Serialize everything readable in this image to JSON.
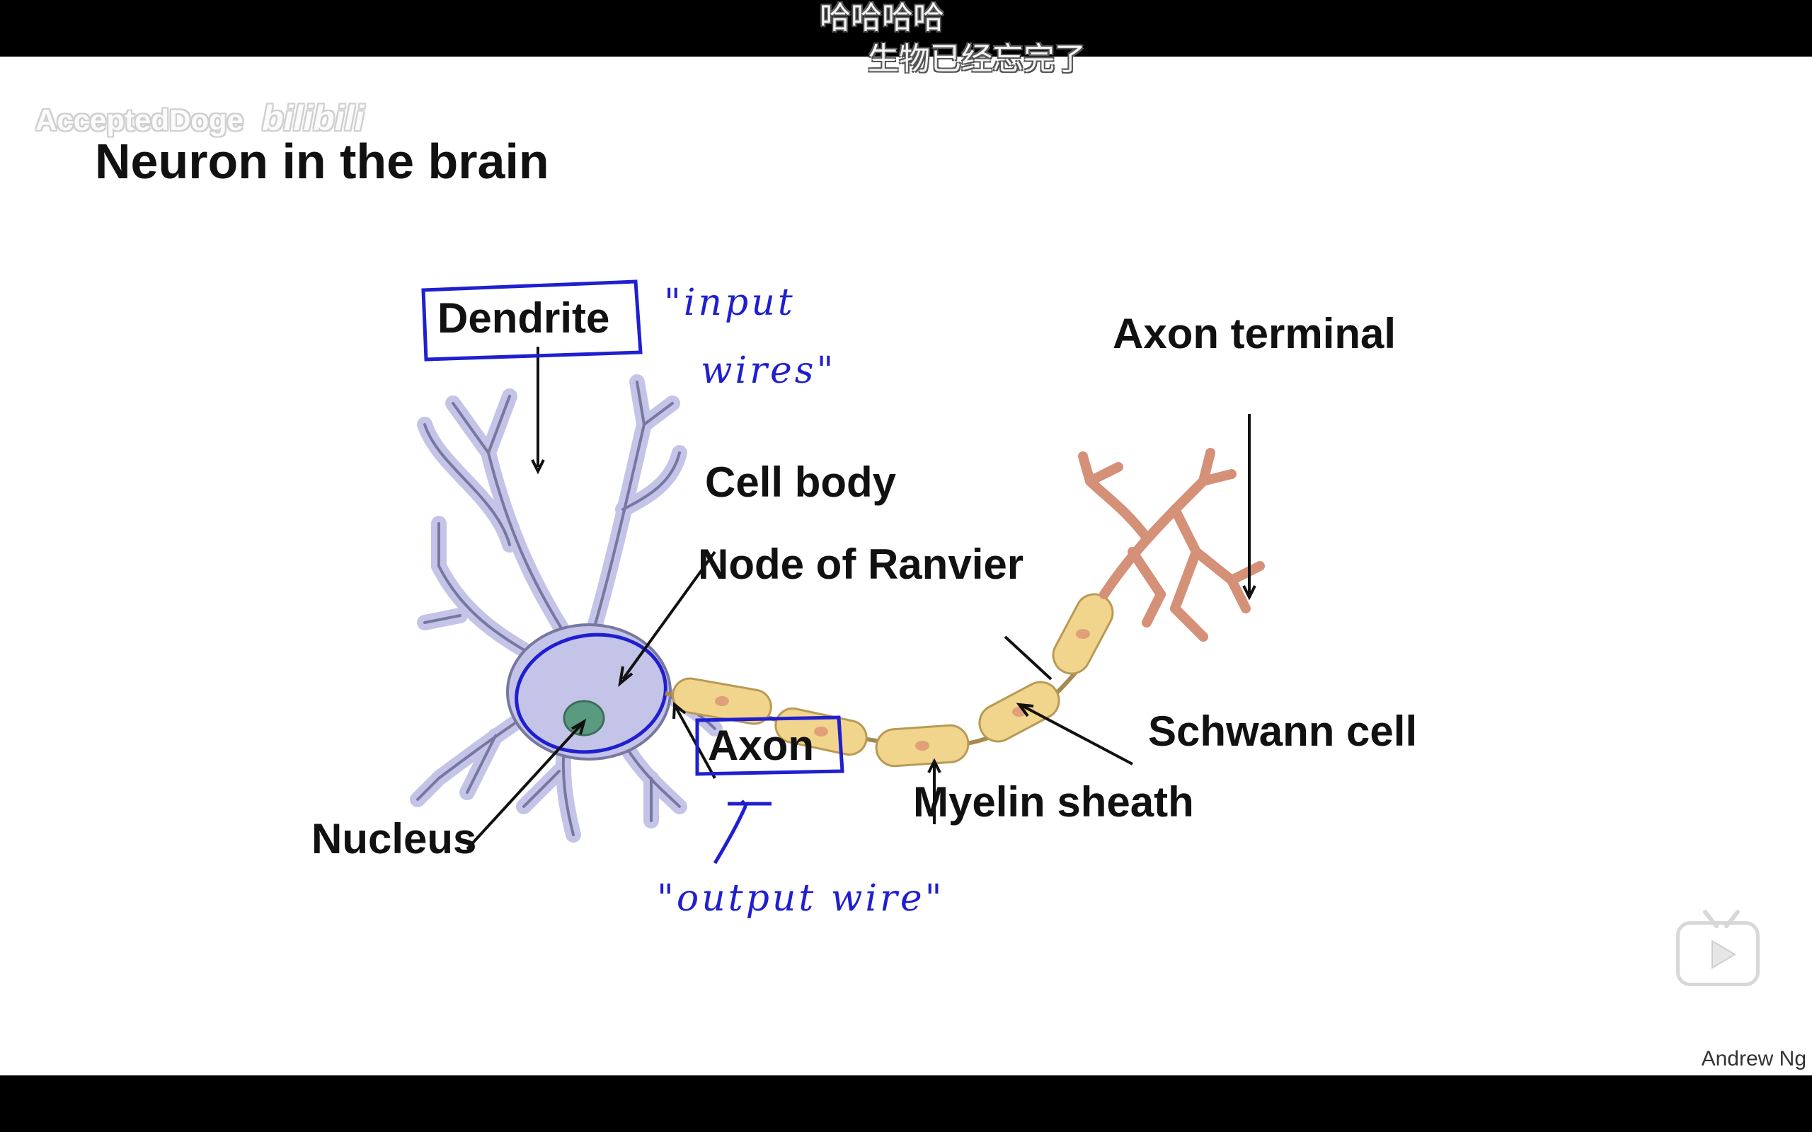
{
  "danmaku": [
    "哈哈哈哈",
    "生物已经忘完了"
  ],
  "watermark": {
    "user": "AcceptedDoge",
    "brand": "bilibili"
  },
  "slide": {
    "title": "Neuron in the brain",
    "author": "Andrew Ng",
    "labels": {
      "dendrite": "Dendrite",
      "cell_body": "Cell body",
      "node_of_ranvier": "Node of Ranvier",
      "axon_terminal": "Axon terminal",
      "schwann_cell": "Schwann cell",
      "myelin_sheath": "Myelin sheath",
      "axon": "Axon",
      "nucleus": "Nucleus"
    },
    "annotations": {
      "input_line1": "\"input",
      "input_line2": "wires\"",
      "output": "\"output wire\""
    }
  },
  "colors": {
    "neuron_body": "#c4c4e8",
    "neuron_outline": "#7777a0",
    "nucleus": "#5a9a80",
    "myelin": "#f2d58c",
    "myelin_dot": "#e0a07a",
    "terminal": "#e6a890",
    "ink": "#1f1fd0"
  },
  "controls": {
    "play": "play-icon"
  }
}
